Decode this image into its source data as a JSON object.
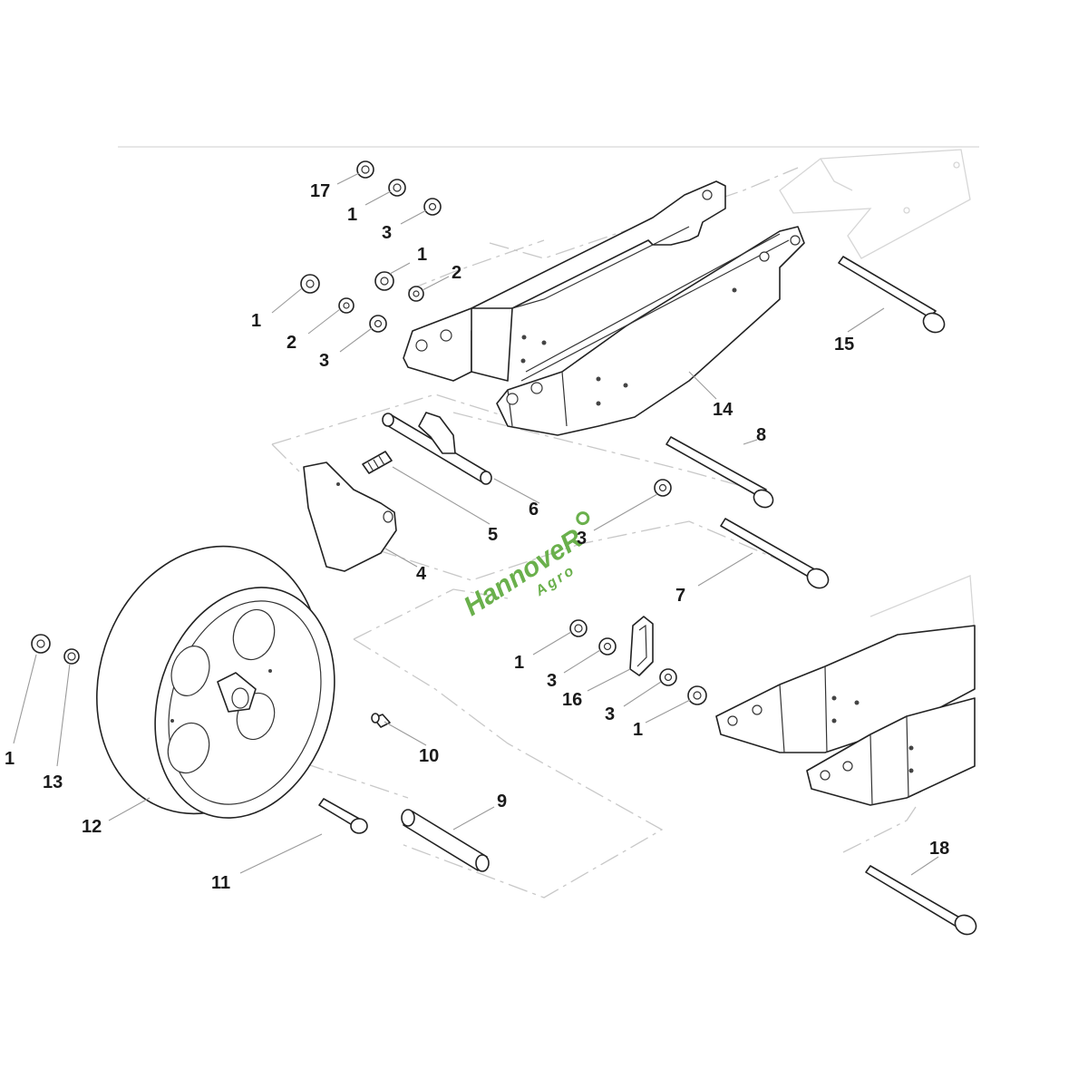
{
  "watermark": {
    "word": "HannoveR",
    "sub": "Agro",
    "color": "#6ab04c"
  },
  "callouts": {
    "c17": "17",
    "c1a": "1",
    "c3a": "3",
    "c1b": "1",
    "c2b": "2",
    "c1c": "1",
    "c2c": "2",
    "c3c": "3",
    "c15": "15",
    "c14": "14",
    "c8": "8",
    "c6": "6",
    "c5": "5",
    "c3d": "3",
    "c4": "4",
    "c7": "7",
    "c1d": "1",
    "c3e": "3",
    "c16": "16",
    "c3f": "3",
    "c1e": "1",
    "c1f": "1",
    "c13": "13",
    "c12": "12",
    "c10": "10",
    "c9": "9",
    "c11": "11",
    "c18": "18"
  }
}
